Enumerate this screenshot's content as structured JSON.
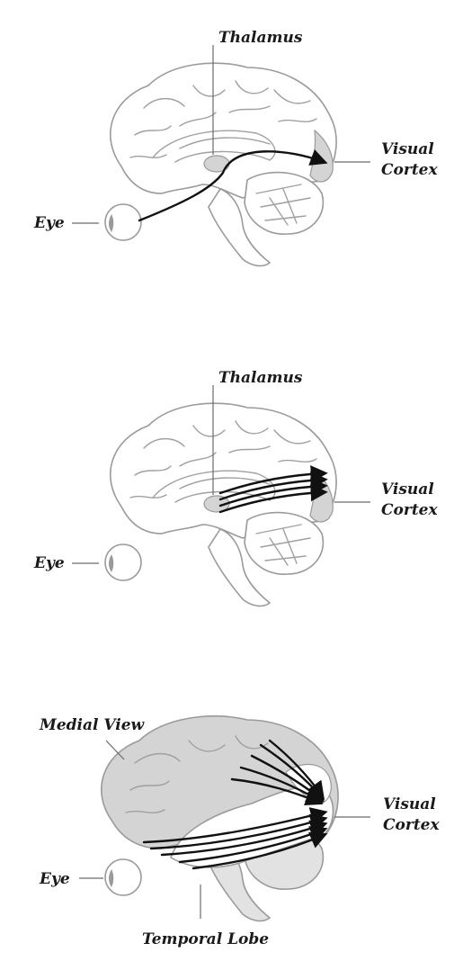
{
  "panel1": {
    "thalamus_label": "Thalamus",
    "visual_label_line1": "Visual",
    "visual_label_line2": "Cortex",
    "eye_label": "Eye"
  },
  "panel2": {
    "thalamus_label": "Thalamus",
    "visual_label_line1": "Visual",
    "visual_label_line2": "Cortex",
    "eye_label": "Eye"
  },
  "panel3": {
    "medial_view_label": "Medial View",
    "visual_label_line1": "Visual",
    "visual_label_line2": "Cortex",
    "eye_label": "Eye",
    "temporal_lobe_label": "Temporal Lobe"
  },
  "colors": {
    "outline": "#9a9a9a",
    "highlight_grey": "#d4d4d4",
    "arrow": "#111111",
    "background": "#ffffff"
  }
}
